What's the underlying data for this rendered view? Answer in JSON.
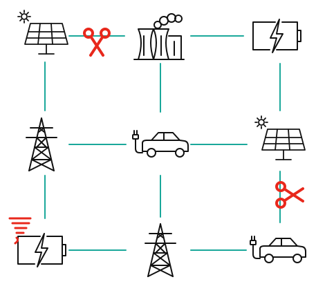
{
  "diagram": {
    "colors": {
      "line": "#1aa89a",
      "icon": "#111111",
      "alert": "#e8281c",
      "background": "#ffffff"
    },
    "nodes": [
      {
        "id": "solar-top-left",
        "icon": "solar-panel-icon",
        "kind": "solar panel with sun"
      },
      {
        "id": "power-plant",
        "icon": "power-plant-icon",
        "kind": "power plant"
      },
      {
        "id": "battery-top-right",
        "icon": "battery-icon",
        "kind": "battery"
      },
      {
        "id": "tower-left",
        "icon": "transmission-tower-icon",
        "kind": "transmission tower"
      },
      {
        "id": "ev-center",
        "icon": "electric-car-icon",
        "kind": "electric car"
      },
      {
        "id": "solar-right",
        "icon": "solar-panel-icon",
        "kind": "solar panel with sun"
      },
      {
        "id": "battery-bottom-left",
        "icon": "battery-icon",
        "kind": "battery",
        "alert": "tornado-icon"
      },
      {
        "id": "tower-bottom",
        "icon": "transmission-tower-icon",
        "kind": "transmission tower"
      },
      {
        "id": "ev-bottom-right",
        "icon": "electric-car-icon",
        "kind": "electric car"
      }
    ],
    "edges": [
      {
        "from": "solar-top-left",
        "to": "power-plant",
        "status": "cut"
      },
      {
        "from": "power-plant",
        "to": "battery-top-right",
        "status": "ok"
      },
      {
        "from": "solar-top-left",
        "to": "tower-left",
        "status": "ok"
      },
      {
        "from": "power-plant",
        "to": "ev-center",
        "status": "ok"
      },
      {
        "from": "battery-top-right",
        "to": "solar-right",
        "status": "ok"
      },
      {
        "from": "tower-left",
        "to": "ev-center",
        "status": "ok"
      },
      {
        "from": "ev-center",
        "to": "solar-right",
        "status": "ok"
      },
      {
        "from": "tower-left",
        "to": "battery-bottom-left",
        "status": "ok"
      },
      {
        "from": "ev-center",
        "to": "tower-bottom",
        "status": "ok"
      },
      {
        "from": "solar-right",
        "to": "ev-bottom-right",
        "status": "cut"
      },
      {
        "from": "battery-bottom-left",
        "to": "tower-bottom",
        "status": "ok"
      },
      {
        "from": "tower-bottom",
        "to": "ev-bottom-right",
        "status": "ok"
      }
    ]
  }
}
